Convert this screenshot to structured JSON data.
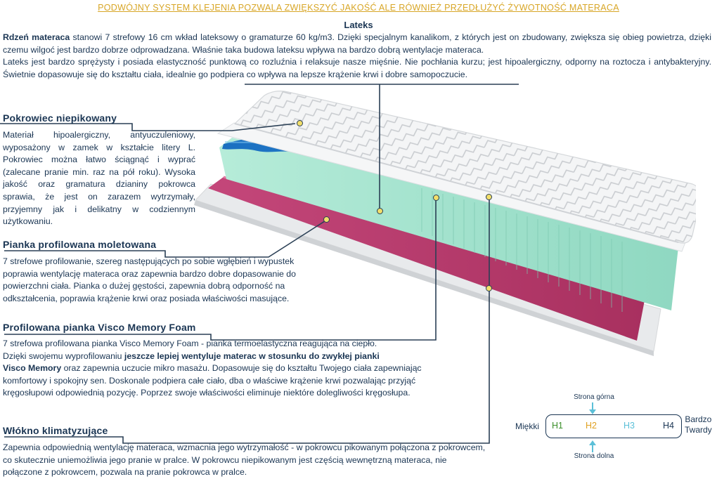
{
  "banner": "PODWÓJNY SYSTEM KLEJENIA POZWALA ZWIĘKSZYĆ JAKOŚĆ ALE RÓWNIEŻ PRZEDŁUŻYĆ ŻYWOTNOŚĆ MATERACA",
  "latex": {
    "title": "Lateks",
    "p1_bold": "Rdzeń materaca",
    "p1_rest": " stanowi 7 strefowy 16 cm wkład lateksowy o gramaturze 60 kg/m3. Dzięki specjalnym kanalikom, z których jest on zbudowany, zwiększa się obieg powietrza, dzięki czemu wilgoć jest bardzo dobrze odprowadzana. Właśnie taka budowa lateksu wpływa na bardzo dobrą wentylacje materaca.",
    "p2": "Lateks jest bardzo sprężysty i posiada elastyczność punktową co rozluźnia i relaksuje nasze mięśnie. Nie pochłania kurzu; jest hipoalergiczny, odporny na roztocza i antybakteryjny. Świetnie dopasowuje się do kształtu ciała, idealnie go podpiera co wpływa na lepsze krążenie krwi i dobre samopoczucie."
  },
  "cover": {
    "title": "Pokrowiec  niepikowany",
    "text": "Materiał hipoalergiczny, antyuczuleniowy, wyposażony w zamek w kształcie litery L. Pokrowiec można łatwo ściągnąć i wyprać (zalecane pranie min.  raz na pół roku). Wysoka jakość oraz gramatura dzianiny pokrowca sprawia, że jest on zarazem wytrzymały, przyjemny jak i delikatny w codziennym użytkowaniu."
  },
  "foam": {
    "title": "Pianka profilowana moletowana",
    "text": "7 strefowe profilowanie, szereg następujących po sobie wgłębień i wypustek poprawia wentylację materaca oraz zapewnia bardzo dobre dopasowanie do powierzchni ciała. Pianka o dużej gęstości, zapewnia dobrą odporność na odkształcenia, poprawia krążenie krwi oraz posiada właściwości masujące."
  },
  "visco": {
    "title": "Profilowana pianka Visco Memory Foam",
    "line1": "7 strefowa profilowana pianka Visco Memory Foam - pianka termoelastyczna reagująca na ciepło.",
    "pre": "Dzięki swojemu wyprofilowaniu ",
    "bold1": "jeszcze lepiej wentyluje materac w stosunku do zwykłej pianki",
    "bold2": "Visco Memory",
    "rest": " oraz zapewnia uczucie mikro masażu. Dopasowuje się do kształtu Twojego ciała zapewniając komfortowy i spokojny sen. Doskonale podpiera całe ciało, dba o właściwe krążenie krwi pozwalając przyjąć kręgosłupowi odpowiednią pozycję. Poprzez swoje właściwości eliminuje niektóre dolegliwości kręgosłupa."
  },
  "fiber": {
    "title": "Włókno klimatyzujące",
    "text": "Zapewnia odpowiednią wentylację materaca, wzmacnia jego wytrzymałość - w pokrowcu pikowanym połączona z pokrowcem, co skutecznie uniemożliwia jego pranie w pralce. W pokrowcu niepikowanym jest częścią wewnętrzną materaca, nie połączone z pokrowcem, pozwala na pranie pokrowca w pralce."
  },
  "firmness": {
    "top_label": "Strona górna",
    "bottom_label": "Strona dolna",
    "soft": "Miękki",
    "hard_1": "Bardzo",
    "hard_2": "Twardy",
    "levels": [
      "H1",
      "H2",
      "H3",
      "H4"
    ],
    "level_colors": [
      "#3a8f2a",
      "#e0a020",
      "#5cc0d8",
      "#1a3553"
    ]
  }
}
